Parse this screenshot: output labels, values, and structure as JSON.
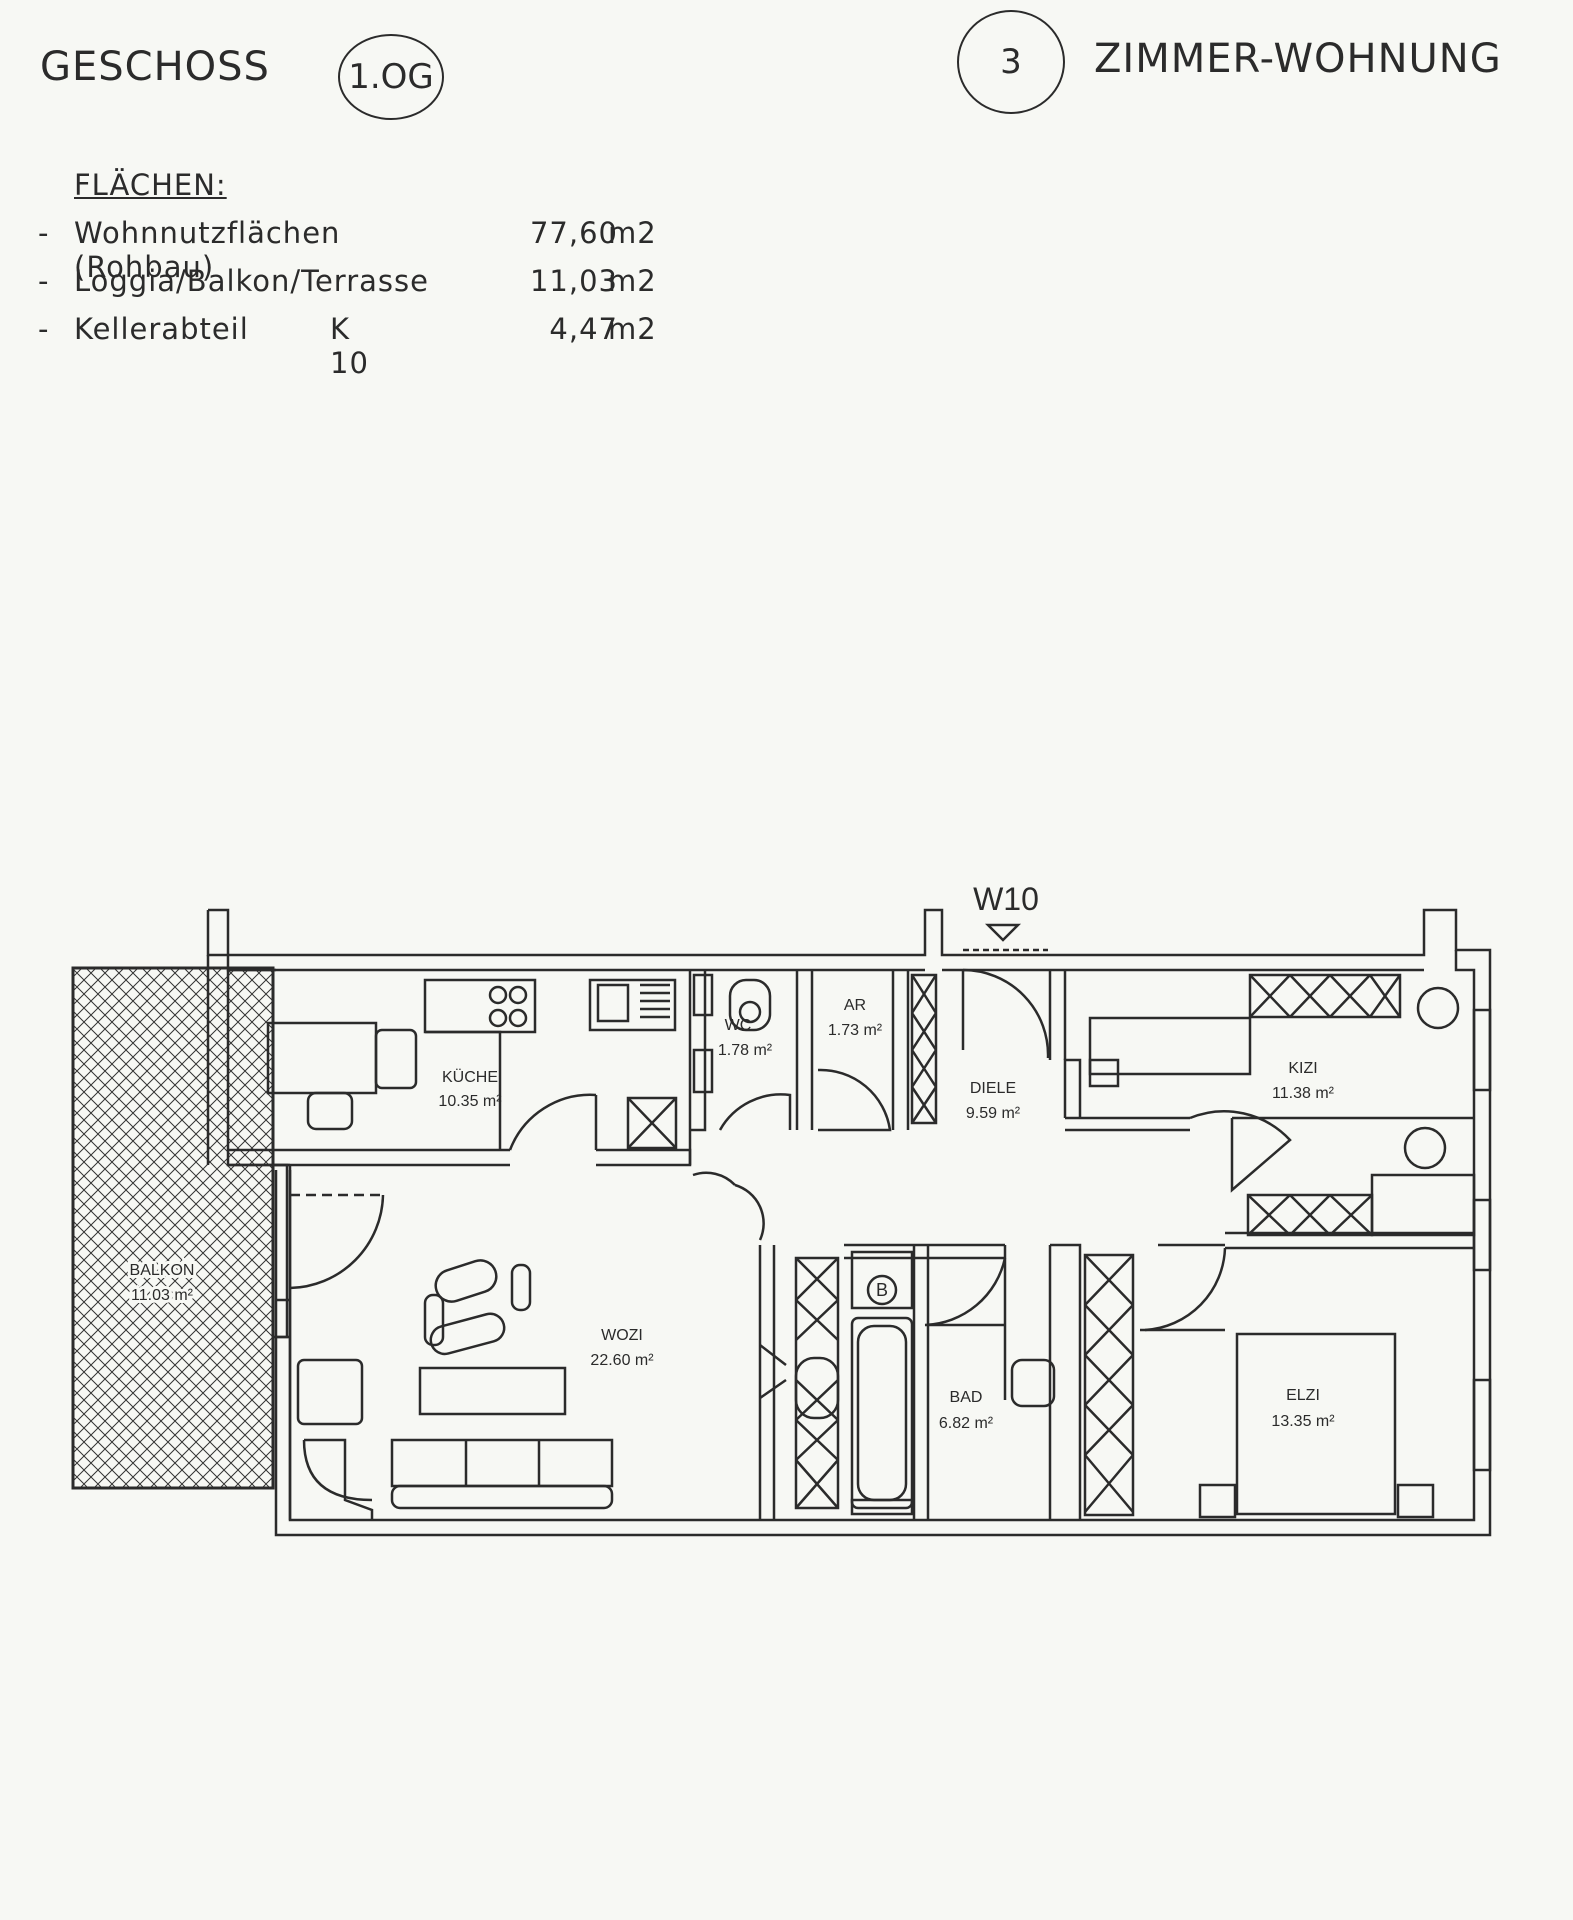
{
  "header": {
    "floor_label": "GESCHOSS",
    "floor_value": "1.OG",
    "rooms_count": "3",
    "apartment_type": "ZIMMER-WOHNUNG"
  },
  "areas": {
    "title": "FLÄCHEN:",
    "rows": [
      {
        "label": "Wohnnutzflächen (Rohbau)",
        "extra": "",
        "value": "77,60",
        "unit": "m2"
      },
      {
        "label": "Loggia/Balkon/Terrasse",
        "extra": "",
        "value": "11,03",
        "unit": "m2"
      },
      {
        "label": "Kellerabteil",
        "extra": "K 10",
        "value": "4,47",
        "unit": "m2"
      }
    ]
  },
  "plan": {
    "unit_id": "W10",
    "rooms": {
      "kueche": {
        "name": "KÜCHE",
        "area": "10.35 m²"
      },
      "wc": {
        "name": "WC",
        "area": "1.78 m²"
      },
      "ar": {
        "name": "AR",
        "area": "1.73 m²"
      },
      "diele": {
        "name": "DIELE",
        "area": "9.59 m²"
      },
      "kizi": {
        "name": "KIZI",
        "area": "11.38 m²"
      },
      "balkon": {
        "name": "BALKON",
        "area": "11.03 m²"
      },
      "wozi": {
        "name": "WOZI",
        "area": "22.60 m²"
      },
      "bad": {
        "name": "BAD",
        "area": "6.82 m²"
      },
      "elzi": {
        "name": "ELZI",
        "area": "13.35 m²"
      }
    },
    "boiler_symbol": "B"
  }
}
